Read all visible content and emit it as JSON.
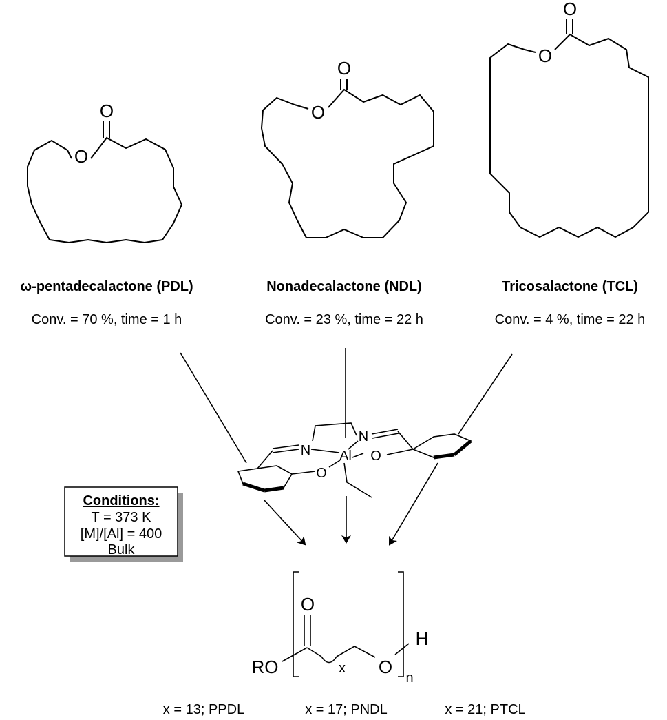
{
  "compounds": [
    {
      "name": "ω-pentadecalactone (PDL)",
      "conditions": "Conv. = 70 %, time = 1 h",
      "ring_atoms": {
        "carbonyl_oxygen": "O",
        "ester_oxygen": "O"
      }
    },
    {
      "name": "Nonadecalactone (NDL)",
      "conditions": "Conv. = 23 %, time = 22 h",
      "ring_atoms": {
        "carbonyl_oxygen": "O",
        "ester_oxygen": "O"
      }
    },
    {
      "name": "Tricosalactone (TCL)",
      "conditions": "Conv. = 4 %, time = 22 h",
      "ring_atoms": {
        "carbonyl_oxygen": "O",
        "ester_oxygen": "O"
      }
    }
  ],
  "catalyst": {
    "n1": "N",
    "n2": "N",
    "metal": "Al",
    "o1": "O",
    "o2": "O"
  },
  "conditions_box": {
    "title": "Conditions:",
    "lines": [
      "T = 373 K",
      "[M]/[Al] = 400",
      "Bulk"
    ]
  },
  "polymer": {
    "carbonyl_o": "O",
    "end_group": "RO",
    "chain_o": "O",
    "subscript_x": "x",
    "subscript_n": "n",
    "terminal_h": "H"
  },
  "legend": [
    "x = 13; PPDL",
    "x = 17; PNDL",
    "x = 21; PTCL"
  ]
}
